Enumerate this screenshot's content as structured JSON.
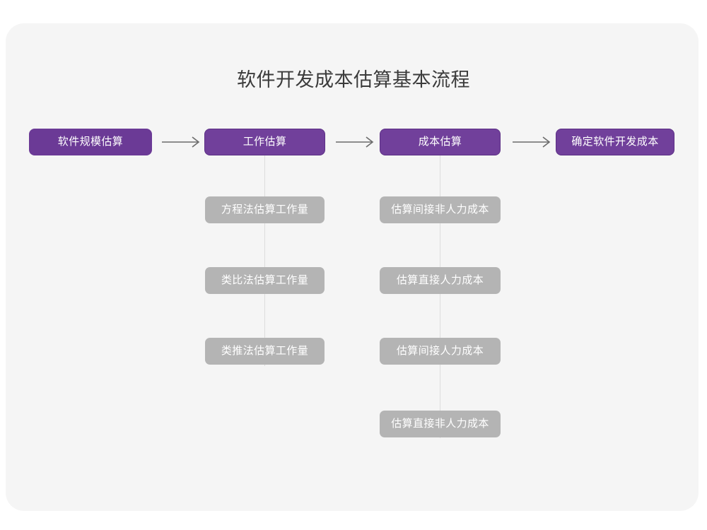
{
  "title": "软件开发成本估算基本流程",
  "colors": {
    "page_background": "#FFFFFF",
    "card_background": "#F5F5F5",
    "stage_purple": "#6B3A96",
    "stage_purple_bordered": "#71409B",
    "stage_border": "#5D3086",
    "sub_gray": "#B4B4B4",
    "connector_gray": "#DCDCDC",
    "arrow_gray": "#666666",
    "title_text": "#3B3B3B",
    "node_text": "#FFFFFF"
  },
  "chart_data": {
    "type": "diagram",
    "diagram_type": "horizontal-flowchart-with-vertical-substeps",
    "title": "软件开发成本估算基本流程",
    "stage_count": 4,
    "arrow_glyph": "→",
    "arrow_count": 3
  },
  "stages": [
    {
      "id": "stage-1",
      "label": "软件规模估算",
      "substeps": []
    },
    {
      "id": "stage-2",
      "label": "工作估算",
      "substeps": [
        {
          "id": "stage-2-sub-1",
          "label": "方程法估算工作量"
        },
        {
          "id": "stage-2-sub-2",
          "label": "类比法估算工作量"
        },
        {
          "id": "stage-2-sub-3",
          "label": "类推法估算工作量"
        }
      ]
    },
    {
      "id": "stage-3",
      "label": "成本估算",
      "substeps": [
        {
          "id": "stage-3-sub-1",
          "label": "估算间接非人力成本"
        },
        {
          "id": "stage-3-sub-2",
          "label": "估算直接人力成本"
        },
        {
          "id": "stage-3-sub-3",
          "label": "估算间接人力成本"
        },
        {
          "id": "stage-3-sub-4",
          "label": "估算直接非人力成本"
        }
      ]
    },
    {
      "id": "stage-4",
      "label": "确定软件开发成本",
      "substeps": []
    }
  ]
}
